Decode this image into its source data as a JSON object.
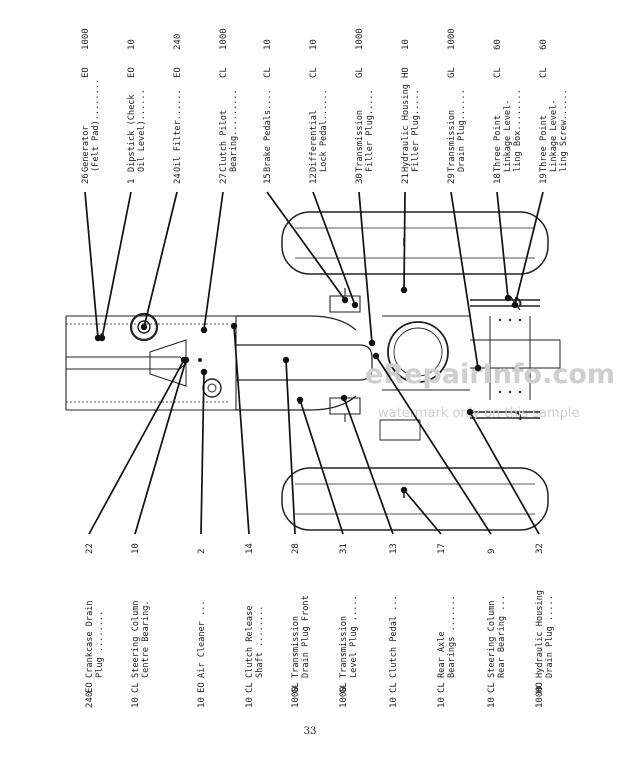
{
  "page_number": "33",
  "watermark": {
    "site": "eRepairInfo.com",
    "note": "watermark only on this sample"
  },
  "top_labels": [
    {
      "ref": "26",
      "text": [
        "Generator",
        "(Felt Pad)........"
      ],
      "code": "EO",
      "interval": "1000"
    },
    {
      "ref": "1",
      "text": [
        "Dipstick (Check",
        "Oil Level)......"
      ],
      "code": "EO",
      "interval": "10"
    },
    {
      "ref": "24",
      "text": [
        "Oil Filter......"
      ],
      "code": "EO",
      "interval": "240"
    },
    {
      "ref": "27",
      "text": [
        "Clutch Pilot",
        "Bearing........."
      ],
      "code": "CL",
      "interval": "1000"
    },
    {
      "ref": "15",
      "text": [
        "Brake Pedals...."
      ],
      "code": "CL",
      "interval": "10"
    },
    {
      "ref": "12",
      "text": [
        "Differential",
        "Lock Pedal......"
      ],
      "code": "CL",
      "interval": "10"
    },
    {
      "ref": "30",
      "text": [
        "Transmission",
        "Filler Plug....."
      ],
      "code": "GL",
      "interval": "1000"
    },
    {
      "ref": "21",
      "text": [
        "Hydraulic Housing",
        "Filler Plug....."
      ],
      "code": "HO",
      "interval": "10"
    },
    {
      "ref": "29",
      "text": [
        "Transmission",
        "Drain Plug......"
      ],
      "code": "GL",
      "interval": "1000"
    },
    {
      "ref": "18",
      "text": [
        "Three Point",
        "Linkage Level-",
        "ling Box........"
      ],
      "code": "CL",
      "interval": "60"
    },
    {
      "ref": "19",
      "text": [
        "Three Point",
        "Linkage Level-",
        "ling Screw......"
      ],
      "code": "CL",
      "interval": "60"
    }
  ],
  "bottom_labels": [
    {
      "ref": "22",
      "text": [
        "Crankcase Drain",
        "Plug ........"
      ],
      "code": "EO",
      "interval": "240"
    },
    {
      "ref": "10",
      "text": [
        "Steering Column",
        "Centre Bearing."
      ],
      "code": "CL",
      "interval": "10"
    },
    {
      "ref": "2",
      "text": [
        "Air Cleaner ..."
      ],
      "code": "EO",
      "interval": "10"
    },
    {
      "ref": "14",
      "text": [
        "Clutch Release",
        "Shaft ........"
      ],
      "code": "CL",
      "interval": "10"
    },
    {
      "ref": "28",
      "text": [
        "Transmission",
        "Drain Plug Front"
      ],
      "code": "GL",
      "interval": "1000"
    },
    {
      "ref": "31",
      "text": [
        "Transmission",
        "Level Plug ....."
      ],
      "code": "GL",
      "interval": "1000"
    },
    {
      "ref": "13",
      "text": [
        "Clutch Pedal ..."
      ],
      "code": "CL",
      "interval": "10"
    },
    {
      "ref": "17",
      "text": [
        "Rear Axle",
        "Bearings ......."
      ],
      "code": "CL",
      "interval": "10"
    },
    {
      "ref": "9",
      "text": [
        "Steering Column",
        "Rear Bearing ..."
      ],
      "code": "CL",
      "interval": "10"
    },
    {
      "ref": "32",
      "text": [
        "Hydraulic Housing",
        "Drain Plug ....."
      ],
      "code": "HO",
      "interval": "1000"
    }
  ]
}
